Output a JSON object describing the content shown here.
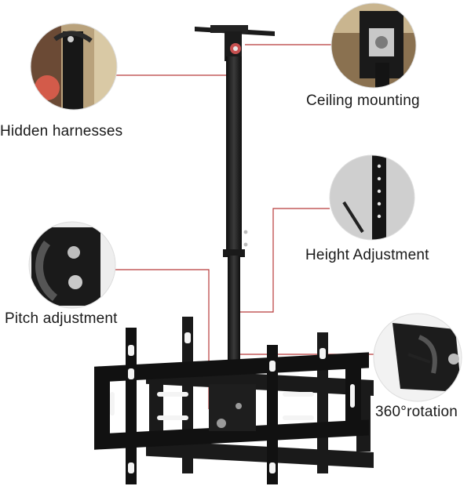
{
  "labels": {
    "hidden_harnesses": "Hidden harnesses",
    "ceiling_mounting": "Ceiling mounting",
    "height_adjustment": "Height Adjustment",
    "pitch_adjustment": "Pitch adjustment",
    "rotation": "360°rotation"
  },
  "colors": {
    "metal": "#1b1b1b",
    "metal_highlight": "#3a3a3a",
    "callout_line": "#b83a3a",
    "text": "#1a1a1a",
    "background": "#ffffff"
  }
}
